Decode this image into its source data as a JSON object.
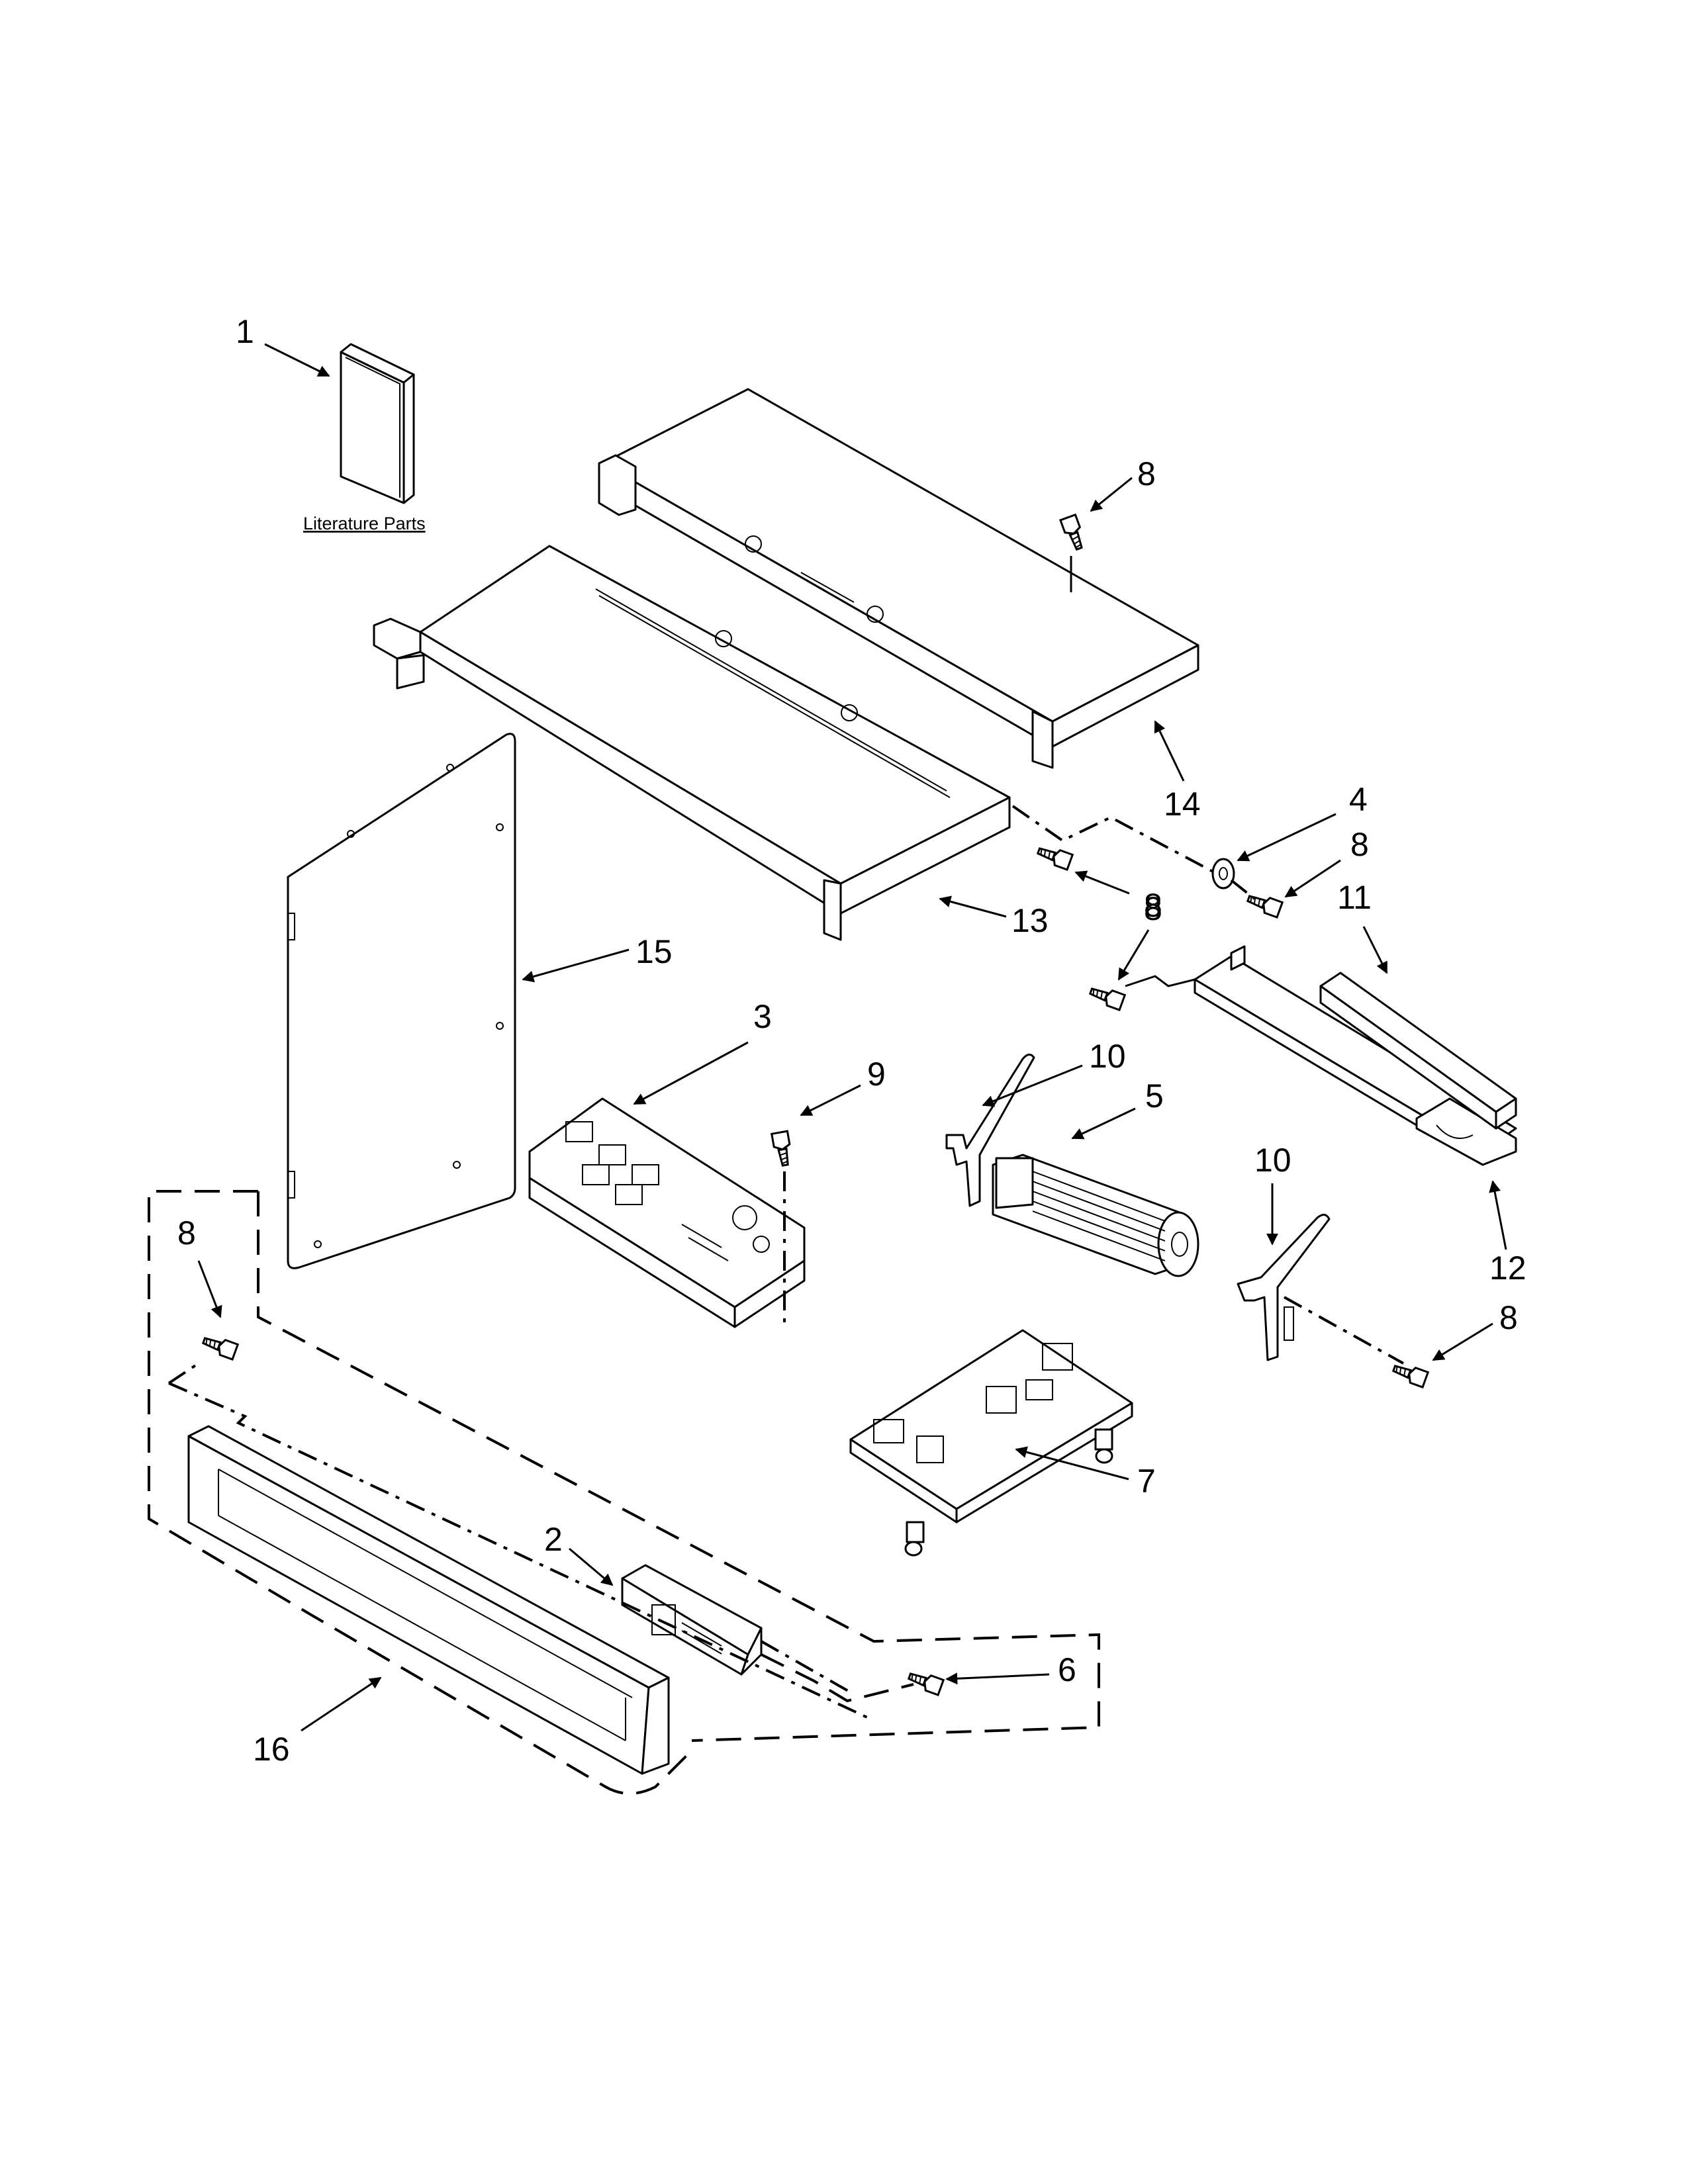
{
  "literature_caption": "Literature Parts",
  "callouts": {
    "c1": "1",
    "c2": "2",
    "c3": "3",
    "c4": "4",
    "c5": "5",
    "c6": "6",
    "c7": "7",
    "c8a": "8",
    "c8b": "8",
    "c8c": "8",
    "c8d": "8",
    "c8e": "8",
    "c9": "9",
    "c10a": "10",
    "c10b": "10",
    "c11": "11",
    "c12": "12",
    "c13": "13",
    "c14": "14",
    "c15": "15",
    "c16": "16"
  },
  "icons": [
    "literature-book-icon",
    "screw-icon",
    "washer-icon",
    "fan-motor-icon",
    "circuit-board-icon"
  ]
}
